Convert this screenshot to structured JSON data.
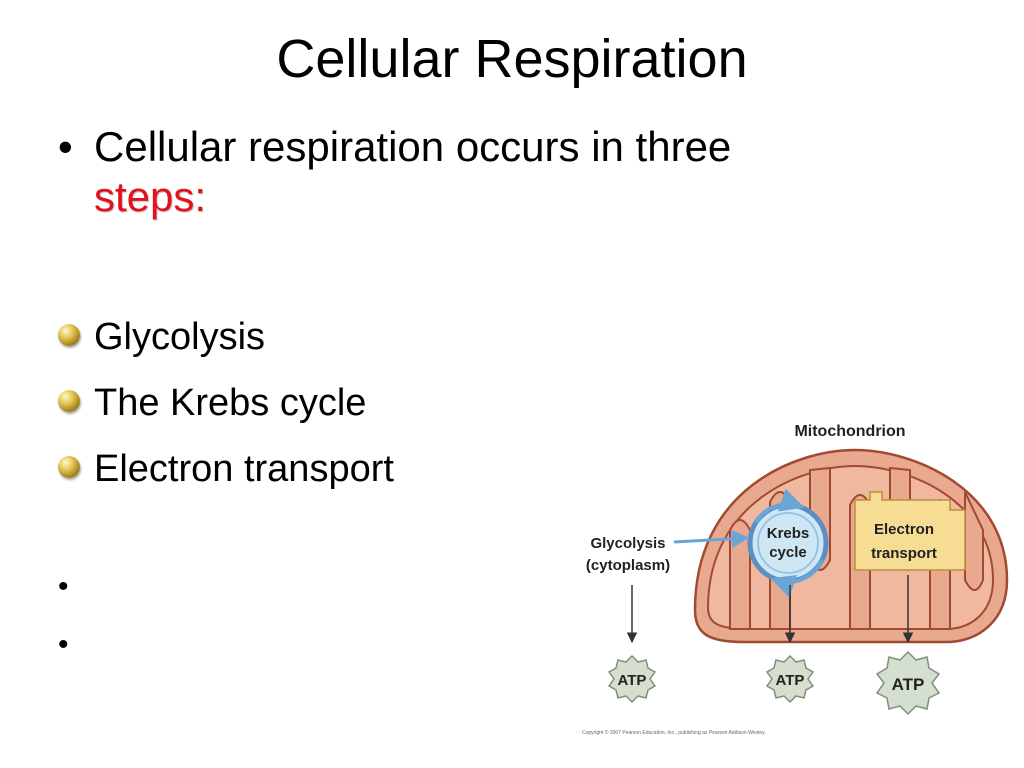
{
  "slide": {
    "title": "Cellular Respiration",
    "intro": {
      "text": "Cellular respiration occurs in three",
      "highlight": "steps:",
      "highlight_color": "#e3111b"
    },
    "steps": [
      {
        "label": "Glycolysis"
      },
      {
        "label": "The Krebs cycle"
      },
      {
        "label": "Electron transport"
      }
    ],
    "bullet_glyph": "•"
  },
  "diagram": {
    "organelle_label": "Mitochondrion",
    "glycolysis_line1": "Glycolysis",
    "glycolysis_line2": "(cytoplasm)",
    "krebs_line1": "Krebs",
    "krebs_line2": "cycle",
    "electron_line1": "Electron",
    "electron_line2": "transport",
    "atp_labels": [
      "ATP",
      "ATP",
      "ATP"
    ],
    "copyright": "Copyright © 2007 Pearson Education, Inc., publishing as Pearson Addison-Wesley.",
    "colors": {
      "outer_membrane": "#e9a98f",
      "inner_matrix": "#f1b8a0",
      "membrane_stroke": "#a14a31",
      "krebs_fill": "#cfe6f4",
      "krebs_ring": "#5b8fc4",
      "electron_fill": "#f7dc93",
      "atp_fill": "#d4dfd0"
    }
  }
}
